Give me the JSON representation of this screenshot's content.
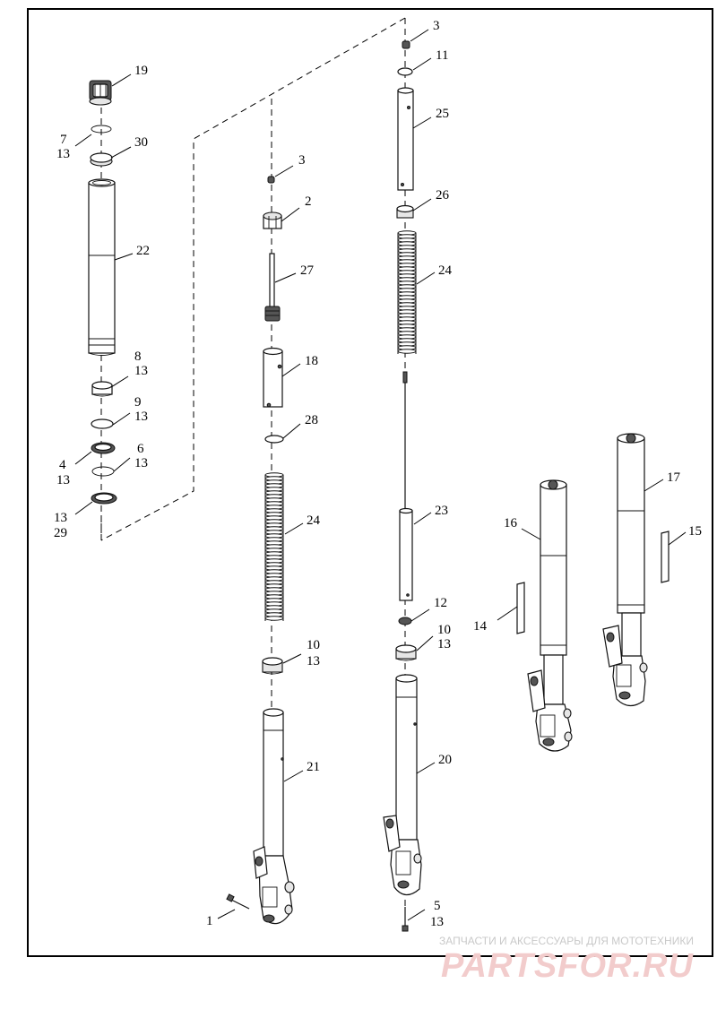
{
  "labels": {
    "p1": "1",
    "p2": "2",
    "p3a": "3",
    "p3b": "3",
    "p4": "4",
    "p5": "5",
    "p6": "6",
    "p7": "7",
    "p8": "8",
    "p9": "9",
    "p10a": "10",
    "p10b": "10",
    "p11": "11",
    "p12": "12",
    "q13_7": "13",
    "q13_8": "13",
    "q13_9": "13",
    "q13_4": "13",
    "q13_6": "13",
    "q13_29": "13",
    "q13_10a": "13",
    "q13_10b": "13",
    "q13_5": "13",
    "p14": "14",
    "p15": "15",
    "p16": "16",
    "p17": "17",
    "p18": "18",
    "p19": "19",
    "p20": "20",
    "p21": "21",
    "p22": "22",
    "p23": "23",
    "p24a": "24",
    "p24b": "24",
    "p25": "25",
    "p26": "26",
    "p27": "27",
    "p28": "28",
    "p29": "29",
    "p30": "30"
  },
  "watermark": {
    "tagline": "ЗАПЧАСТИ И АКСЕССУАРЫ ДЛЯ МОТОТЕХНИКИ",
    "brand": "PARTSFOR.RU"
  }
}
